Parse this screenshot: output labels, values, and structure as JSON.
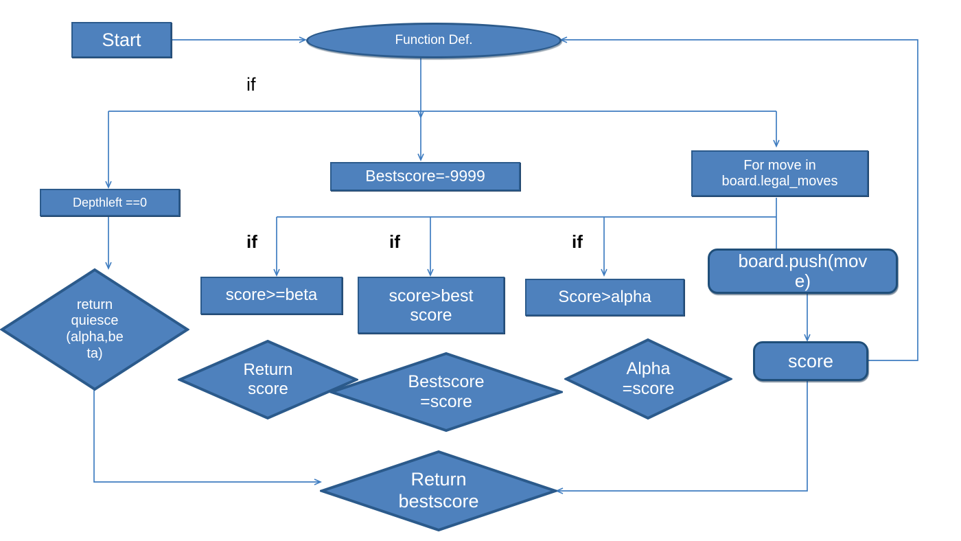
{
  "diagram": {
    "title": "Minimax alpha-beta search flowchart",
    "colors": {
      "node_fill": "#4E81BD",
      "node_border": "#2B5A8B",
      "rounded_border": "#1F4E79",
      "edge": "#3E7CC0",
      "node_text": "#FFFFFF",
      "label_text": "#000000",
      "background": "#FFFFFF"
    },
    "nodes": [
      {
        "id": "start",
        "label": "Start",
        "shape": "rect"
      },
      {
        "id": "function_def",
        "label": "Function Def.",
        "shape": "ellipse"
      },
      {
        "id": "depthleft",
        "label": "Depthleft ==0",
        "shape": "rect"
      },
      {
        "id": "bestscore_init",
        "label": "Bestscore=-9999",
        "shape": "rect"
      },
      {
        "id": "for_move",
        "label": "For move in\nboard.legal_moves",
        "shape": "rect"
      },
      {
        "id": "quiesce",
        "label": "return\nquiesce\n(alpha,be\nta)",
        "shape": "diamond"
      },
      {
        "id": "score_ge_beta",
        "label": "score>=beta",
        "shape": "rect"
      },
      {
        "id": "score_gt_best",
        "label": "score>best\nscore",
        "shape": "rect"
      },
      {
        "id": "score_gt_alpha",
        "label": "Score>alpha",
        "shape": "rect"
      },
      {
        "id": "board_push",
        "label": "board.push(mov\ne)",
        "shape": "rounded"
      },
      {
        "id": "return_score",
        "label": "Return\nscore",
        "shape": "diamond"
      },
      {
        "id": "bestscore_eq",
        "label": "Bestscore\n=score",
        "shape": "diamond"
      },
      {
        "id": "alpha_eq",
        "label": "Alpha\n=score",
        "shape": "diamond"
      },
      {
        "id": "score",
        "label": "score",
        "shape": "rounded"
      },
      {
        "id": "return_bestscore",
        "label": "Return\nbestscore",
        "shape": "diamond"
      }
    ],
    "edge_labels": [
      {
        "id": "if_top",
        "text": "if",
        "bold": false
      },
      {
        "id": "if_beta",
        "text": "if",
        "bold": true
      },
      {
        "id": "if_best",
        "text": "if",
        "bold": true
      },
      {
        "id": "if_alpha",
        "text": "if",
        "bold": true
      }
    ]
  }
}
